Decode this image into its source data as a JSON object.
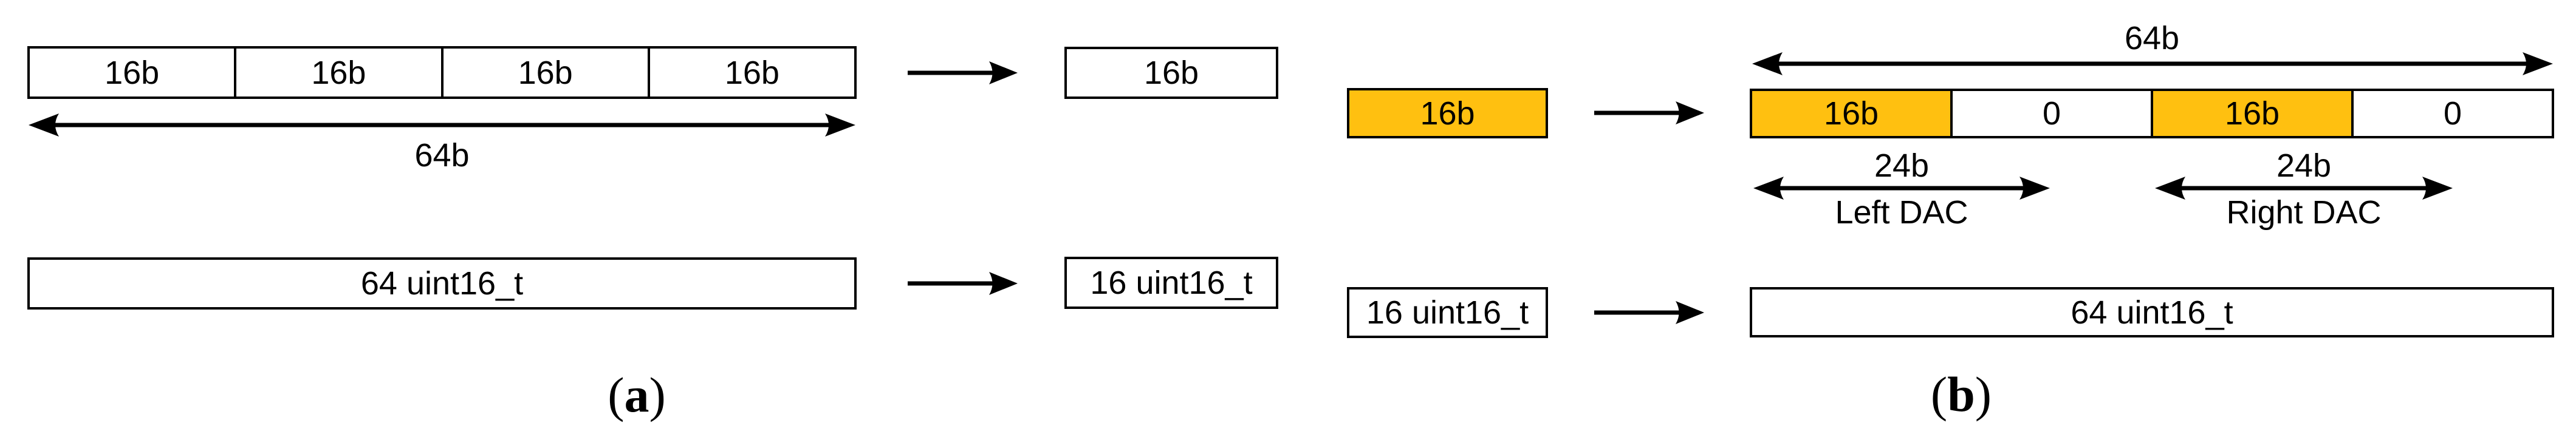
{
  "colors": {
    "highlight": "#FFC010",
    "stroke": "#000000"
  },
  "panel_a": {
    "caption": {
      "open": "(",
      "letter": "a",
      "close": ")"
    },
    "word_row": {
      "cells": [
        "16b",
        "16b",
        "16b",
        "16b"
      ],
      "width_label": "64b"
    },
    "packed_box": "16b",
    "array_in": "64 uint16_t",
    "array_out": "16 uint16_t"
  },
  "panel_b": {
    "caption": {
      "open": "(",
      "letter": "b",
      "close": ")"
    },
    "sample_box": "16b",
    "width_label": "64b",
    "frame_cells": [
      {
        "label": "16b",
        "highlight": true
      },
      {
        "label": "0",
        "highlight": false
      },
      {
        "label": "16b",
        "highlight": true
      },
      {
        "label": "0",
        "highlight": false
      }
    ],
    "dac_spans": [
      {
        "width_label": "24b",
        "label": "Left DAC"
      },
      {
        "width_label": "24b",
        "label": "Right DAC"
      }
    ],
    "array_in": "16 uint16_t",
    "array_out": "64 uint16_t"
  }
}
